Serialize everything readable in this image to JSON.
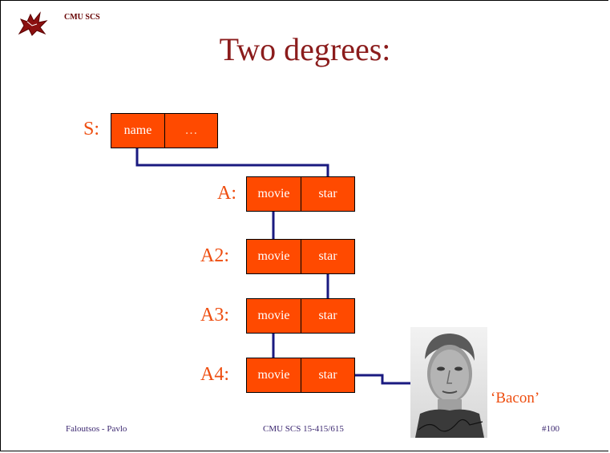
{
  "header": {
    "label": "CMU SCS"
  },
  "slide": {
    "title": "Two degrees:"
  },
  "records": [
    {
      "label": "S:",
      "fields": [
        "name",
        "…"
      ]
    },
    {
      "label": "A:",
      "fields": [
        "movie",
        "star"
      ]
    },
    {
      "label": "A2:",
      "fields": [
        "movie",
        "star"
      ]
    },
    {
      "label": "A3:",
      "fields": [
        "movie",
        "star"
      ]
    },
    {
      "label": "A4:",
      "fields": [
        "movie",
        "star"
      ]
    }
  ],
  "target": {
    "label": "‘Bacon’"
  },
  "footer": {
    "left": "Faloutsos - Pavlo",
    "center": "CMU SCS 15-415/615",
    "right": "#100"
  },
  "colors": {
    "box_fill": "#ff4a00",
    "label": "#ee4e10",
    "title": "#8b1c1c",
    "link": "#1a1a80",
    "footer": "#3b2770"
  }
}
